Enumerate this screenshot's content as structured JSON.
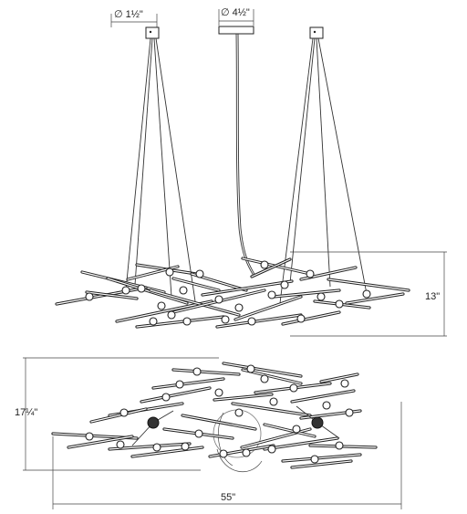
{
  "dimensions": {
    "canopy_small": "∅ 1½\"",
    "canopy_large": "∅ 4½\"",
    "height": "13\"",
    "depth": "17¼\"",
    "width": "55\""
  },
  "colors": {
    "line": "#222222",
    "background": "#ffffff"
  }
}
